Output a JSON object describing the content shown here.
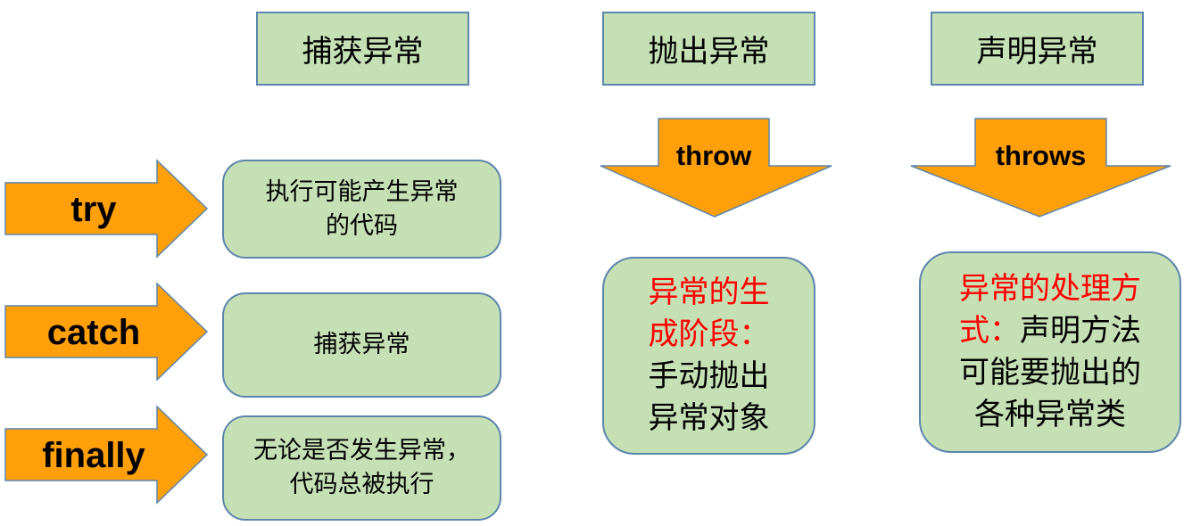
{
  "headers": {
    "catch_title": "捕获异常",
    "throw_title": "抛出异常",
    "declare_title": "声明异常"
  },
  "left_arrows": [
    {
      "keyword": "try",
      "description": "执行可能产生异常\n的代码",
      "desc_lines": [
        "执行可能产生异常",
        "的代码"
      ]
    },
    {
      "keyword": "catch",
      "description": "捕获异常",
      "desc_lines": [
        "捕获异常"
      ]
    },
    {
      "keyword": "finally",
      "description": "无论是否发生异常，代码总被执行",
      "desc_lines": [
        "无论是否发生异常，",
        "代码总被执行"
      ]
    }
  ],
  "throw_column": {
    "arrow_label": "throw",
    "box_red_lines": [
      "异常的生",
      "成阶段："
    ],
    "box_black_lines": [
      "手动抛出",
      "异常对象"
    ]
  },
  "throws_column": {
    "arrow_label": "throws",
    "box_red_line1": "异常的处理方",
    "box_red_line2_prefix": "式：",
    "box_black_line2_suffix": "声明方法",
    "box_black_lines": [
      "可能要抛出的",
      "各种异常类"
    ]
  },
  "colors": {
    "arrow_fill": "#ffa00a",
    "arrow_stroke": "#5b86ad",
    "box_fill": "#c5e0b4",
    "box_stroke": "#5b86ad",
    "highlight_text": "#ff0000"
  }
}
